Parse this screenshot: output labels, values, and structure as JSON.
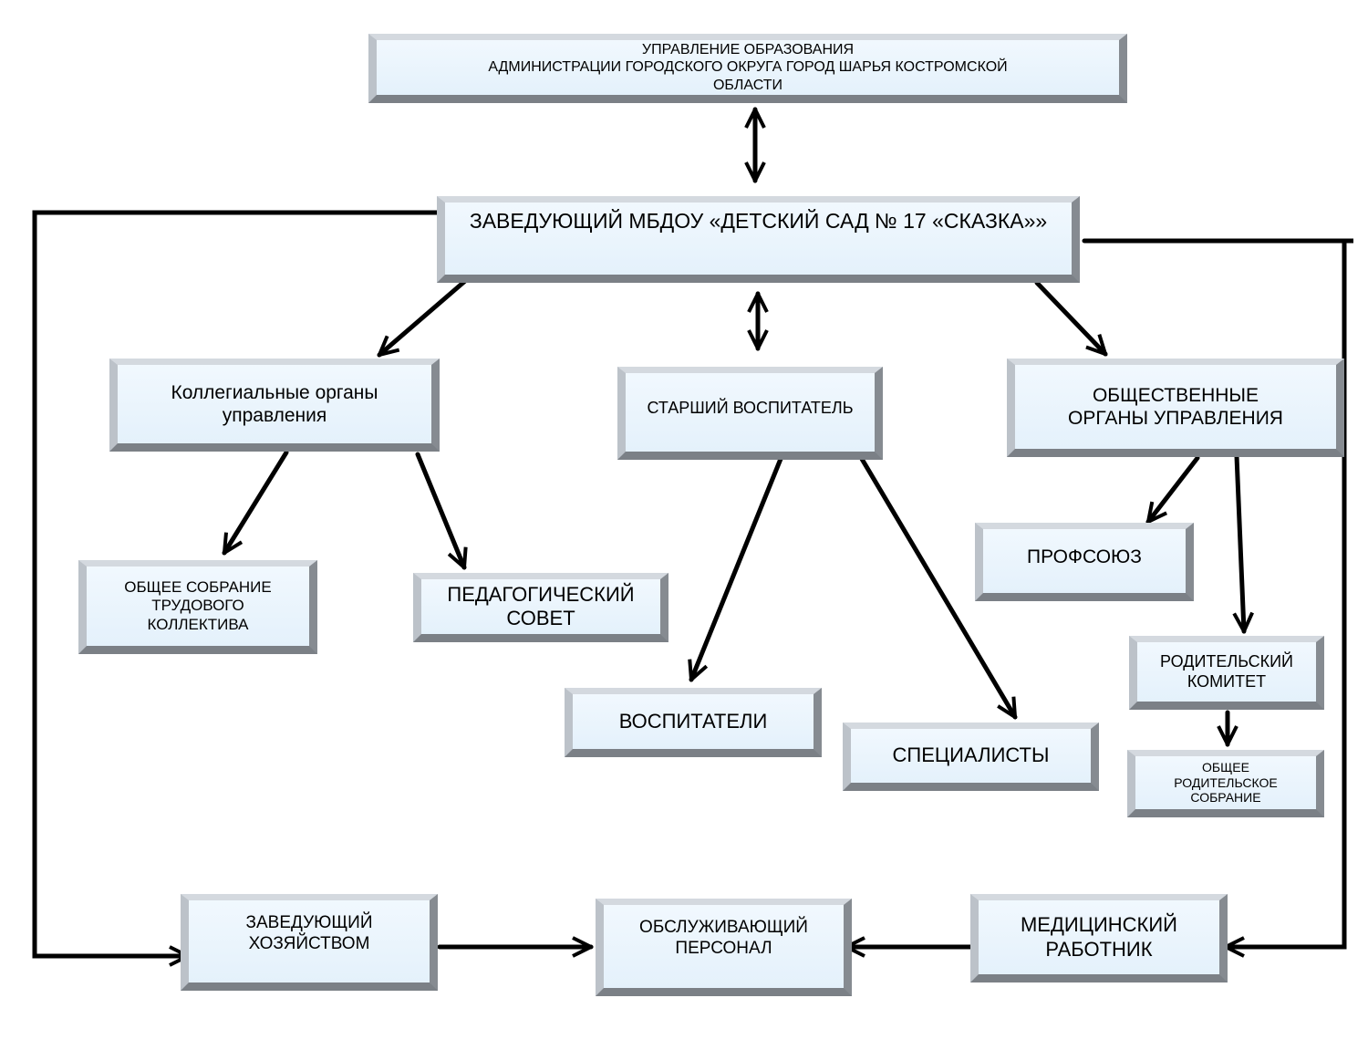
{
  "nodes": {
    "top_authority": {
      "lines": [
        "УПРАВЛЕНИЕ  ОБРАЗОВАНИЯ",
        "АДМИНИСТРАЦИИ  ГОРОДСКОГО  ОКРУГА ГОРОД ШАРЬЯ  КОСТРОМСКОЙ",
        "ОБЛАСТИ"
      ]
    },
    "head": {
      "text": "ЗАВЕДУЮЩИЙ МБДОУ «ДЕТСКИЙ САД № 17 «СКАЗКА»»"
    },
    "collegial": {
      "lines": [
        "Коллегиальные органы",
        "управления"
      ]
    },
    "senior_educator": {
      "text": "СТАРШИЙ  ВОСПИТАТЕЛЬ"
    },
    "public_bodies": {
      "lines": [
        "ОБЩЕСТВЕННЫЕ",
        "ОРГАНЫ УПРАВЛЕНИЯ"
      ]
    },
    "general_meeting": {
      "lines": [
        "ОБЩЕЕ СОБРАНИЕ",
        "ТРУДОВОГО",
        "КОЛЛЕКТИВА"
      ]
    },
    "ped_council": {
      "lines": [
        "ПЕДАГОГИЧЕСКИЙ",
        "СОВЕТ"
      ]
    },
    "union": {
      "text": "ПРОФСОЮЗ"
    },
    "parent_committee": {
      "lines": [
        "РОДИТЕЛЬСКИЙ",
        "КОМИТЕТ"
      ]
    },
    "parent_meeting": {
      "lines": [
        "ОБЩЕЕ",
        "РОДИТЕЛЬСКОЕ",
        "СОБРАНИЕ"
      ]
    },
    "educators": {
      "text": "ВОСПИТАТЕЛИ"
    },
    "specialists": {
      "text": "СПЕЦИАЛИСТЫ"
    },
    "housekeeping_head": {
      "lines": [
        "ЗАВЕДУЮЩИЙ",
        "ХОЗЯЙСТВОМ"
      ]
    },
    "service_staff": {
      "lines": [
        "ОБСЛУЖИВАЮЩИЙ",
        "ПЕРСОНАЛ"
      ]
    },
    "medical": {
      "lines": [
        "МЕДИЦИНСКИЙ",
        "РАБОТНИК"
      ]
    }
  },
  "colors": {
    "arrow": "#000000",
    "box_face": "#e8f3fc",
    "bevel_dark": "#7b8086",
    "bevel_light": "#d4d9df"
  }
}
